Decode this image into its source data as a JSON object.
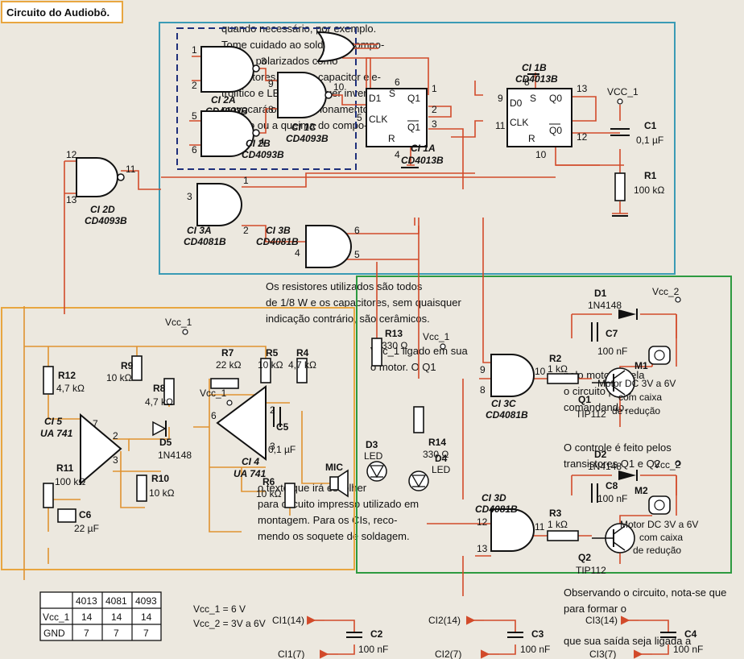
{
  "title": "Circuito do Audiobô.",
  "colors": {
    "page": "#ece8df",
    "wire_red": "#d24a2a",
    "wire_orange": "#e09230",
    "wire_black": "#111111",
    "frame_blue": "#3a9bb5",
    "frame_green": "#2d9a40",
    "frame_orange": "#e8a640",
    "frame_dashed": "#1e2f7a",
    "text_faded": "#b9b4aa"
  },
  "gates": {
    "ci2a": {
      "name": "CI 2A",
      "part": "CD4093B",
      "pin_in1": "1",
      "pin_in2": "2",
      "pin_out": "3"
    },
    "ci2b": {
      "name": "CI 2B",
      "part": "CD4093B",
      "pin_in1": "5",
      "pin_in2": "6",
      "pin_out": "4"
    },
    "ci1c": {
      "name": "CI 1C",
      "part": "CD4093B",
      "pin_in1": "9",
      "pin_in2": "8",
      "pin_out": "10"
    },
    "ci2d": {
      "name": "CI 2D",
      "part": "CD4093B",
      "pin_in1": "12",
      "pin_in2": "13",
      "pin_out": "11"
    },
    "ci3a": {
      "name": "CI 3A",
      "part": "CD4081B",
      "pin_in1": "3",
      "pin_in2": "1",
      "pin_out": "2"
    },
    "ci3b": {
      "name": "CI 3B",
      "part": "CD4081B",
      "pin_in1": "6",
      "pin_in2": "4",
      "pin_out": "5"
    },
    "ci3c": {
      "name": "CI 3C",
      "part": "CD4081B",
      "pin_in1": "9",
      "pin_in2": "8",
      "pin_out": "10"
    },
    "ci3d": {
      "name": "CI 3D",
      "part": "CD4081B",
      "pin_in1": "12",
      "pin_in2": "13",
      "pin_out": "11"
    }
  },
  "flipflops": {
    "ci1a": {
      "name": "CI 1A",
      "part": "CD4013B",
      "pins": [
        "6",
        "1",
        "2",
        "5",
        "3",
        "4"
      ],
      "labels": [
        "D1",
        "S",
        "Q1",
        "CLK",
        "Q1",
        "R"
      ]
    },
    "ci1b": {
      "name": "CI 1B",
      "part": "CD4013B",
      "pins": [
        "8",
        "13",
        "9",
        "11",
        "12",
        "10"
      ],
      "labels": [
        "D0",
        "S",
        "Q0",
        "CLK",
        "Q0",
        "R"
      ]
    }
  },
  "opamps": {
    "ci5": {
      "name": "CI 5",
      "part": "UA 741",
      "pins": [
        "7",
        "2",
        "3"
      ]
    },
    "ci4": {
      "name": "CI 4",
      "part": "UA 741",
      "pins": [
        "6",
        "2",
        "3"
      ]
    }
  },
  "supplies": {
    "vcc1": "VCC_1",
    "vcc1b": "Vcc_1",
    "vcc2": "Vcc_2"
  },
  "components": {
    "r1": [
      "R1",
      "100 kΩ"
    ],
    "r2": [
      "R2",
      "1 kΩ"
    ],
    "r3": [
      "R3",
      "1 kΩ"
    ],
    "r4": [
      "R4",
      "4,7 kΩ"
    ],
    "r5": [
      "R5",
      "10 kΩ"
    ],
    "r6": [
      "R6",
      "10 kΩ"
    ],
    "r7": [
      "R7",
      "22 kΩ"
    ],
    "r8": [
      "R8",
      "4,7 kΩ"
    ],
    "r9": [
      "R9",
      "10 kΩ"
    ],
    "r10": [
      "R10",
      "10 kΩ"
    ],
    "r11": [
      "R11",
      "100 kΩ"
    ],
    "r12": [
      "R12",
      "4,7 kΩ"
    ],
    "r13": [
      "R13",
      "330 Ω"
    ],
    "r14": [
      "R14",
      "330 Ω"
    ],
    "c1": [
      "C1",
      "0,1 µF"
    ],
    "c2": [
      "C2",
      "100 nF"
    ],
    "c3": [
      "C3",
      "100 nF"
    ],
    "c4": [
      "C4",
      "100 nF"
    ],
    "c5": [
      "C5",
      "0,1 µF"
    ],
    "c6": [
      "C6",
      "22 µF"
    ],
    "c7": [
      "C7",
      "100 nF"
    ],
    "c8": [
      "C8",
      "100 nF"
    ],
    "d1": [
      "D1",
      "1N4148"
    ],
    "d2": [
      "D2",
      "1N4148"
    ],
    "d5": [
      "D5",
      "1N4148"
    ],
    "d3": [
      "D3",
      "LED"
    ],
    "d4": [
      "D4",
      "LED"
    ],
    "q1": [
      "Q1",
      "TIP112"
    ],
    "q2": [
      "Q2",
      "TIP112"
    ],
    "m1": [
      "M1",
      "Motor DC 3V a 6V",
      "com caixa",
      "de redução"
    ],
    "m2": [
      "M2",
      "Motor DC 3V a 6V",
      "com caixa",
      "de redução"
    ],
    "mic": "MIC"
  },
  "decoupling": [
    {
      "top": "CI1(14)",
      "bottom": "CI1(7)",
      "cap": "C2",
      "value": "100 nF"
    },
    {
      "top": "CI2(14)",
      "bottom": "CI2(7)",
      "cap": "C3",
      "value": "100 nF"
    },
    {
      "top": "CI3(14)",
      "bottom": "CI3(7)",
      "cap": "C4",
      "value": "100 nF"
    }
  ],
  "pin_table": {
    "headers": [
      "",
      "4013",
      "4081",
      "4093"
    ],
    "rows": [
      [
        "Vcc_1",
        "14",
        "14",
        "14"
      ],
      [
        "GND",
        "7",
        "7",
        "7"
      ]
    ]
  },
  "notes": [
    "Vcc_1 = 6 V",
    "Vcc_2 = 3V a 6V"
  ]
}
